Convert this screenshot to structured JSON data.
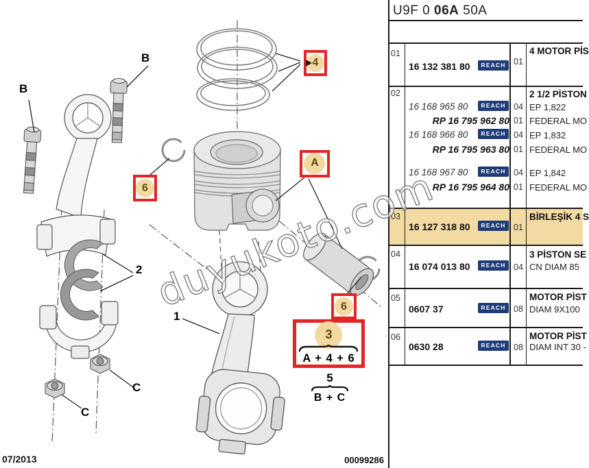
{
  "header": {
    "code_prefix": "U9F 0 ",
    "code_bold": "06A",
    "code_suffix": " 50A"
  },
  "footer": {
    "date": "07/2013",
    "doc_number": "00099286"
  },
  "watermark": {
    "text": "duyukoto.com"
  },
  "colors": {
    "accent_red": "#e32525",
    "callout_fill": "#f2d9a2",
    "highlight_row": "#f3d9a2",
    "reach_badge": "#1d3c78",
    "table_line": "#1a1a1a"
  },
  "diagram": {
    "labels": {
      "b_left": "B",
      "b_right": "B",
      "one": "1",
      "two": "2",
      "c_left": "C",
      "c_right": "C"
    },
    "callouts": {
      "four": "4",
      "a": "A",
      "six_left": "6",
      "six_right": "6",
      "three": "3"
    },
    "groups": {
      "group3_label": "A + 4 + 6",
      "group5_top": "5",
      "group5_label": "B + C"
    }
  },
  "table": {
    "reach_label": "REACH",
    "rows": [
      {
        "ref": "01",
        "number": "16 132 381 80",
        "qty": "01",
        "desc_bold": "4 MOTOR PİS"
      },
      {
        "ref": "02",
        "desc_bold": "2 1/2 PİSTON",
        "parts": [
          {
            "number": "16 168 965 80",
            "qty": "04",
            "desc": "EP 1,822",
            "rp": "RP 16 795 962 80",
            "rp_qty": "01",
            "rp_desc": "FEDERAL MO"
          },
          {
            "number": "16 168 966 80",
            "qty": "04",
            "desc": "EP 1,832",
            "rp": "RP 16 795 963 80",
            "rp_qty": "01",
            "rp_desc": "FEDERAL MO"
          },
          {
            "number": "16 168 967 80",
            "qty": "04",
            "desc": "EP 1,842",
            "rp": "RP 16 795 964 80",
            "rp_qty": "01",
            "rp_desc": "FEDERAL MO"
          }
        ]
      },
      {
        "ref": "03",
        "number": "16 127 318 80",
        "qty": "01",
        "desc_bold": "BİRLEŞİK 4 S"
      },
      {
        "ref": "04",
        "number": "16 074 013 80",
        "qty": "04",
        "desc_bold": "3 PİSTON SE",
        "desc2": "CN DIAM 85"
      },
      {
        "ref": "05",
        "number": "0607 37",
        "qty": "08",
        "desc_bold": "MOTOR PİST",
        "desc2": "DIAM 9X100"
      },
      {
        "ref": "06",
        "number": "0630 28",
        "qty": "08",
        "desc_bold": "MOTOR PİST",
        "desc2": "DIAM INT 30 -"
      }
    ]
  }
}
